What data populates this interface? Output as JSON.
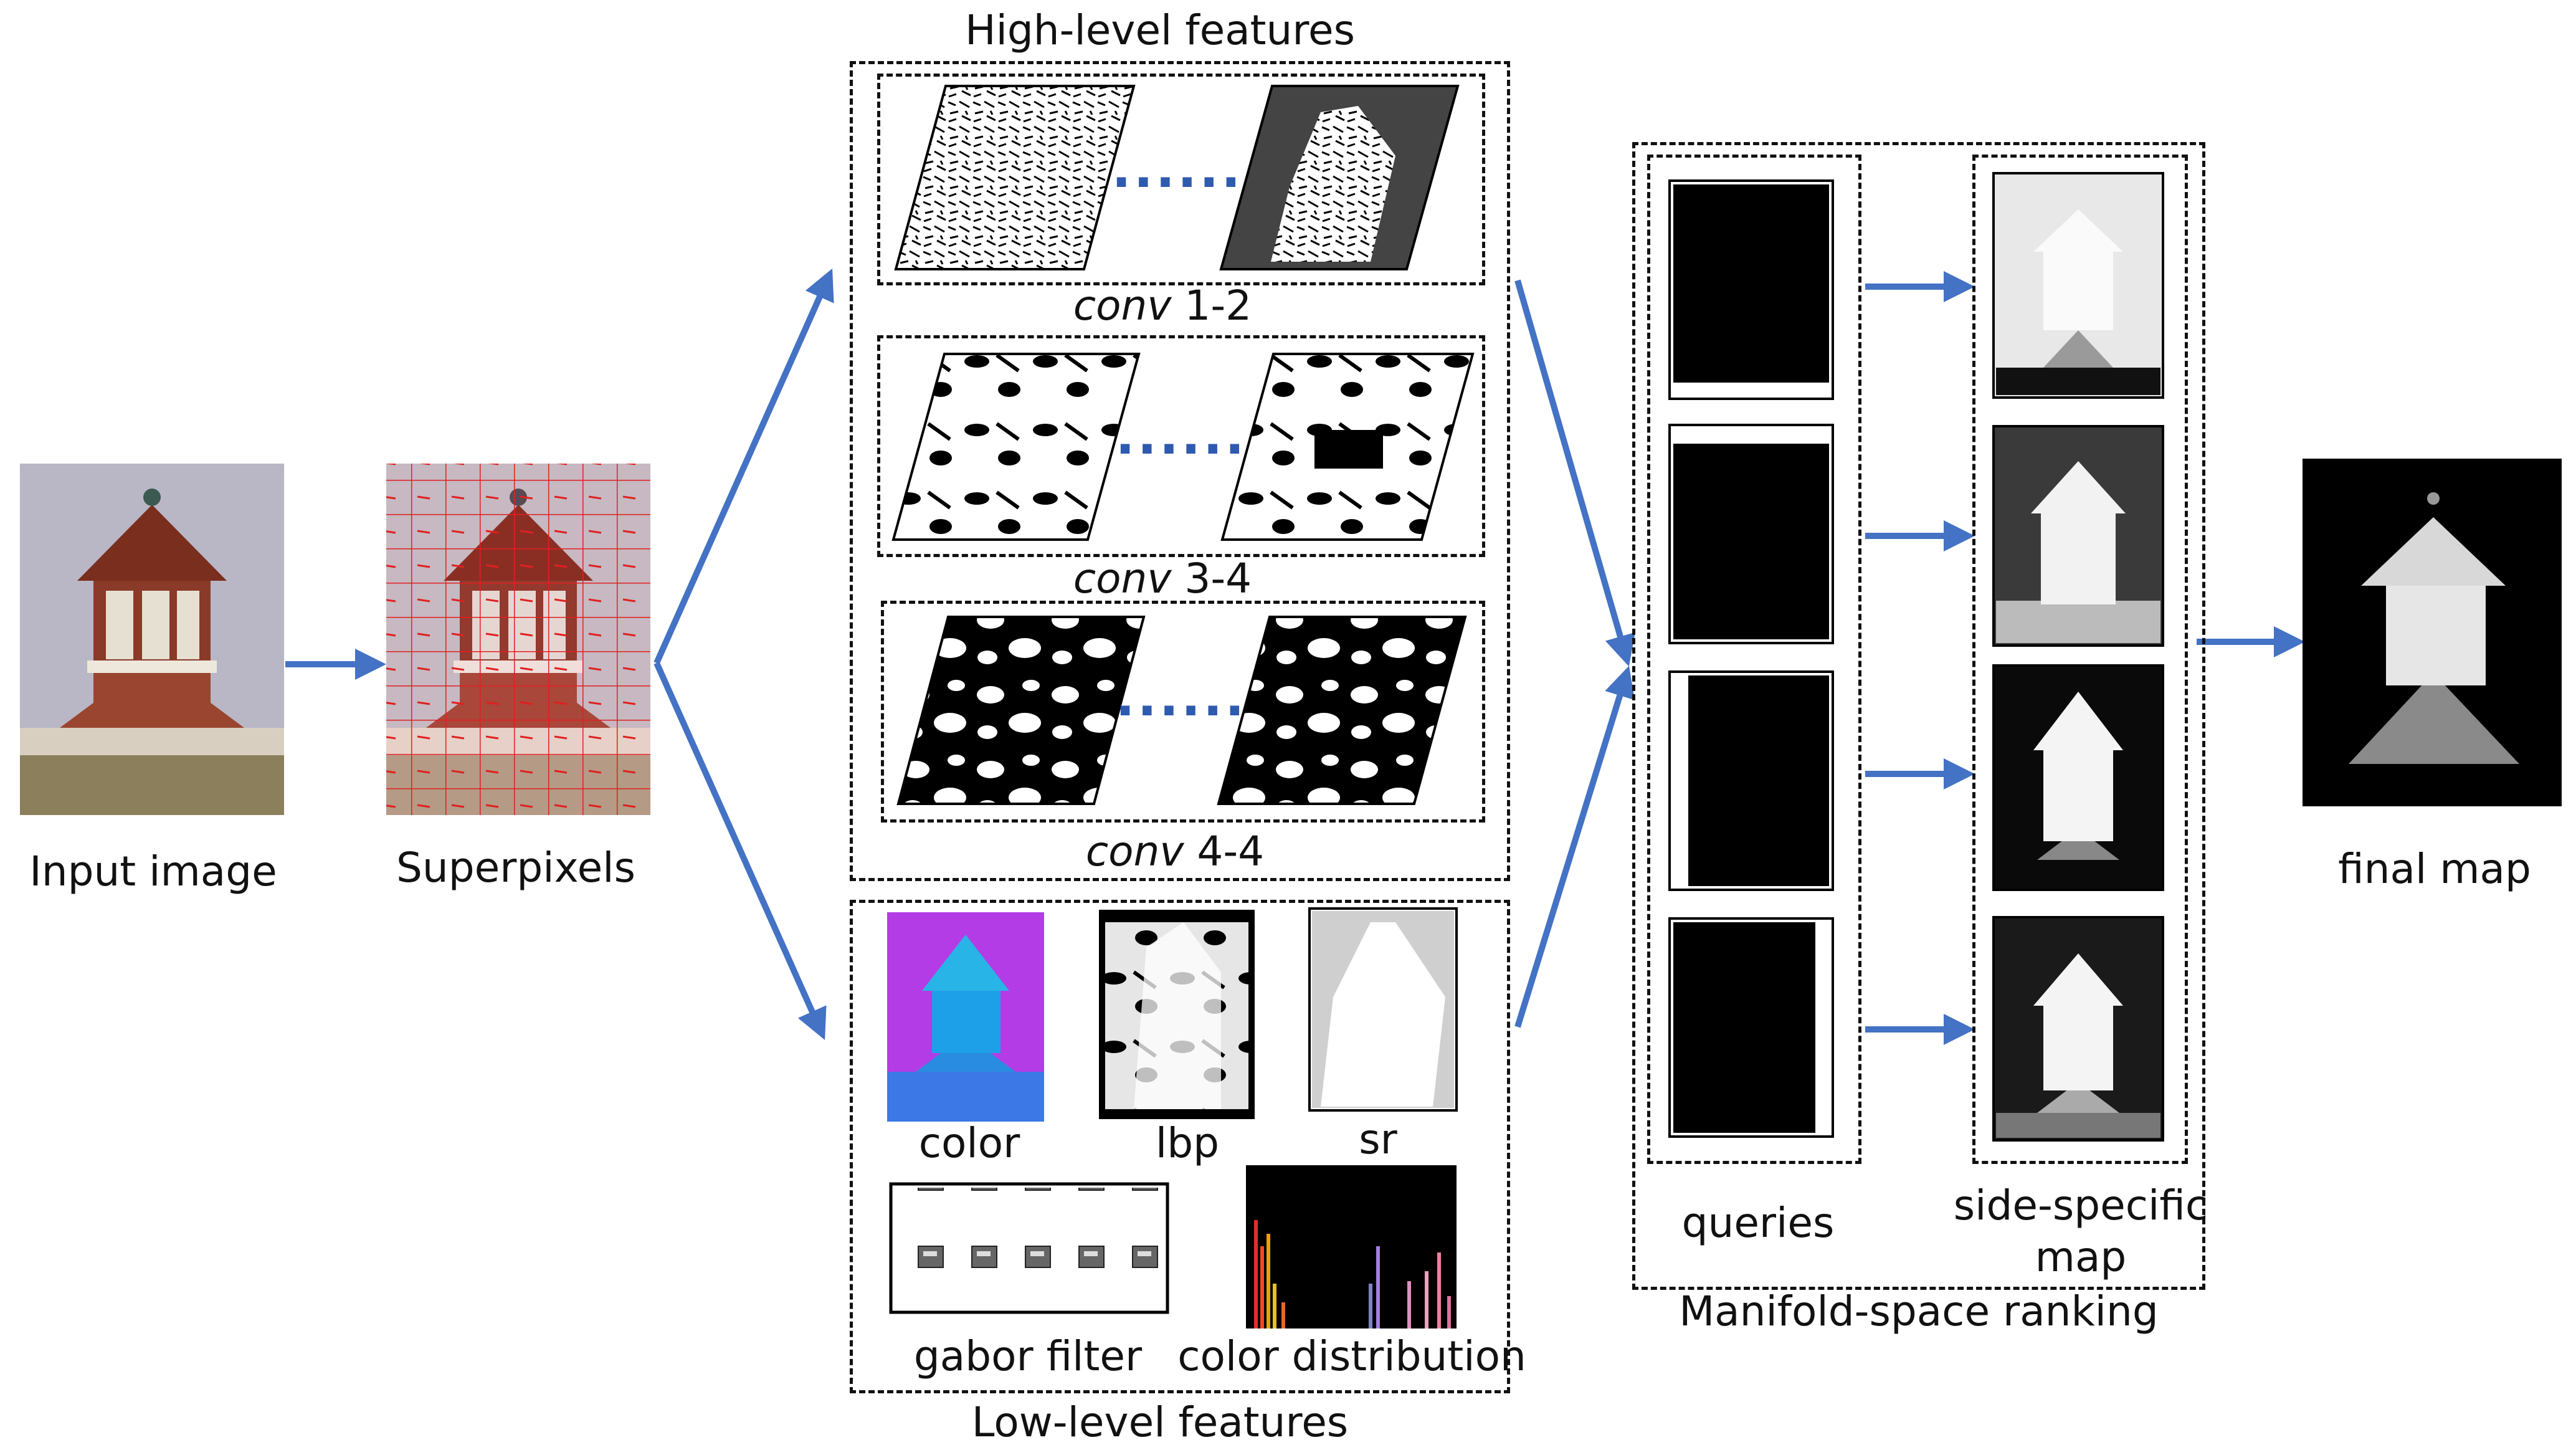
{
  "pipeline": {
    "input_label": "Input image",
    "superpixels_label": "Superpixels",
    "final_label": "final map"
  },
  "high_level": {
    "title": "High-level features",
    "stages": [
      {
        "name": "conv",
        "index": "1-2"
      },
      {
        "name": "conv",
        "index": "3-4"
      },
      {
        "name": "conv",
        "index": "4-4"
      }
    ],
    "ellipsis": "......"
  },
  "low_level": {
    "title": "Low-level features",
    "items": [
      "color",
      "lbp",
      "sr",
      "gabor filter",
      "color distribution"
    ]
  },
  "ranking": {
    "title": "Manifold-space ranking",
    "queries_label": "queries",
    "side_map_label_1": "side-specific",
    "side_map_label_2": "map"
  },
  "colors": {
    "arrow": "#4472C4",
    "dash": "#111111",
    "sky": "#B9B6C6",
    "roof": "#7A2E1E",
    "brick": "#9A4530",
    "ground": "#8C7F5C",
    "superpixel_line": "#E02020"
  }
}
